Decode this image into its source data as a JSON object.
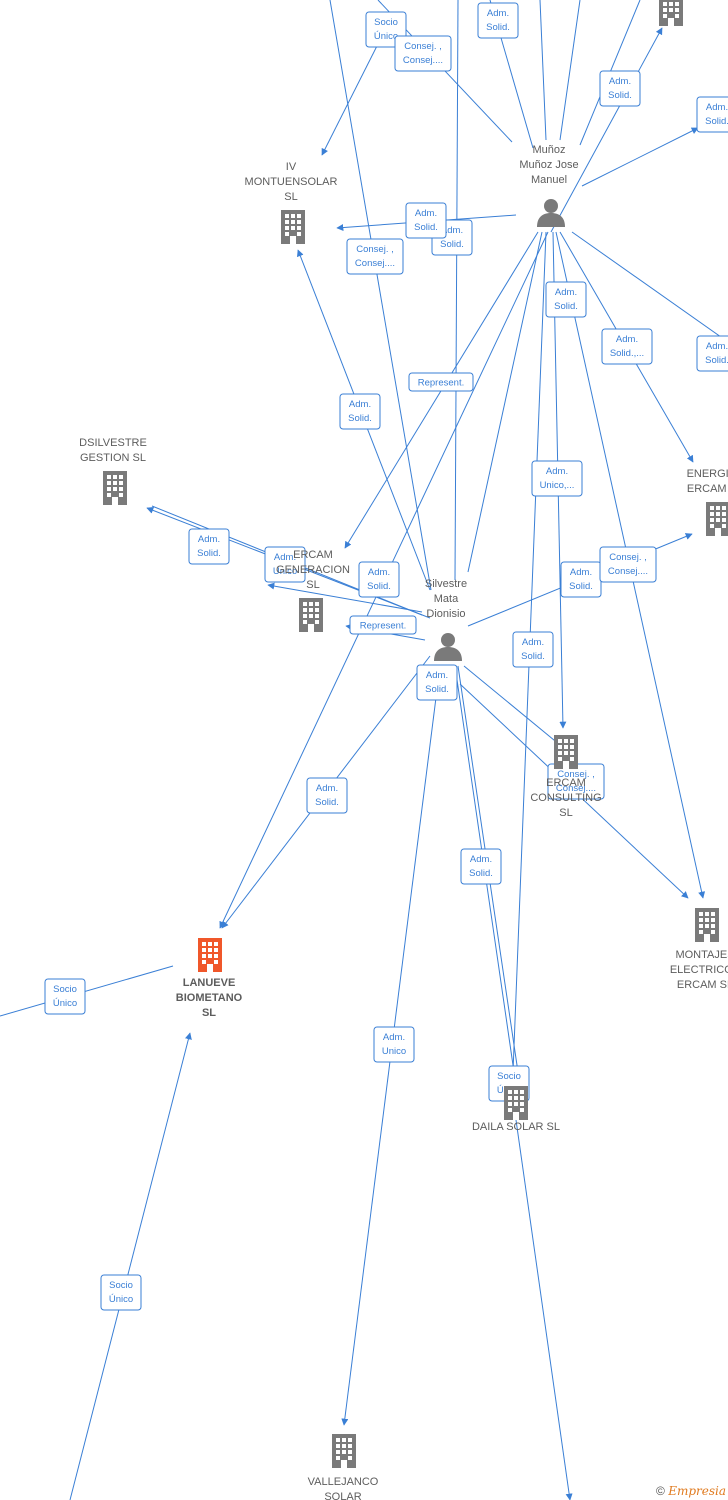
{
  "colors": {
    "edge": "#3a7fd5",
    "node": "#7a7a7a",
    "focus": "#f0572a"
  },
  "nodes": [
    {
      "id": "top_right_company",
      "type": "company",
      "lines": []
    },
    {
      "id": "montuensolar",
      "type": "company",
      "lines": [
        "IV",
        "MONTUENSOLAR",
        "SL"
      ]
    },
    {
      "id": "munoz",
      "type": "person",
      "lines": [
        "Muñoz",
        "Muñoz Jose",
        "Manuel"
      ]
    },
    {
      "id": "dsilvestre",
      "type": "company",
      "lines": [
        "DSILVESTRE",
        "GESTION  SL"
      ]
    },
    {
      "id": "ercam_gen",
      "type": "company",
      "lines": [
        "ERCAM",
        "GENERACION",
        "SL"
      ]
    },
    {
      "id": "energias",
      "type": "company",
      "lines": [
        "ENERGIAS",
        "ERCAM SL"
      ]
    },
    {
      "id": "silvestre",
      "type": "person",
      "lines": [
        "Silvestre",
        "Mata",
        "Dionisio"
      ]
    },
    {
      "id": "consulting",
      "type": "company",
      "lines": [
        "ERCAM",
        "CONSULTING",
        "SL"
      ]
    },
    {
      "id": "montajes",
      "type": "company",
      "lines": [
        "MONTAJES",
        "ELECTRICOS",
        "ERCAM SL"
      ]
    },
    {
      "id": "lanueve",
      "type": "company",
      "focus": true,
      "lines": [
        "LANUEVE",
        "BIOMETANO",
        "SL"
      ]
    },
    {
      "id": "daila",
      "type": "company",
      "lines": [
        "DAILA SOLAR SL"
      ]
    },
    {
      "id": "vallejanco",
      "type": "company",
      "lines": [
        "VALLEJANCO",
        "SOLAR"
      ]
    }
  ],
  "edge_labels": [
    [
      "Socio",
      "Único"
    ],
    [
      "Consej. ,",
      "Consej...."
    ],
    [
      "Adm.",
      "Solid."
    ],
    [
      "Adm.",
      "Solid."
    ],
    [
      "Adm.",
      "Solid."
    ],
    [
      "Adm.",
      "Solid."
    ],
    [
      "Adm.",
      "Solid."
    ],
    [
      "Consej. ,",
      "Consej...."
    ],
    [
      "Adm.",
      "Solid."
    ],
    [
      "Adm.",
      "Solid.,..."
    ],
    [
      "Adm.",
      "Solid."
    ],
    [
      "Represent."
    ],
    [
      "Adm.",
      "Solid."
    ],
    [
      "Adm.",
      "Unico,..."
    ],
    [
      "Adm.",
      "Solid."
    ],
    [
      "Adm.",
      "Unico"
    ],
    [
      "Adm.",
      "Solid."
    ],
    [
      "Adm.",
      "Solid."
    ],
    [
      "Consej. ,",
      "Consej...."
    ],
    [
      "Represent."
    ],
    [
      "Adm.",
      "Solid."
    ],
    [
      "Adm.",
      "Solid."
    ],
    [
      "Consej. ,",
      "Consej...."
    ],
    [
      "Adm.",
      "Solid."
    ],
    [
      "Adm.",
      "Solid."
    ],
    [
      "Socio",
      "Único"
    ],
    [
      "Adm.",
      "Unico"
    ],
    [
      "Socio",
      "Único"
    ],
    [
      "Socio",
      "Único"
    ]
  ],
  "footer": {
    "copyright": "©",
    "brand": "Empresia"
  }
}
